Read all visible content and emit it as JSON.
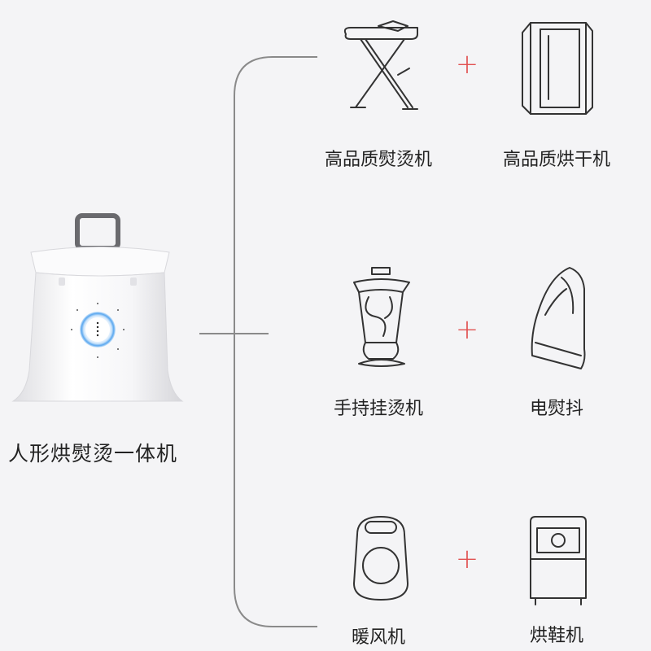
{
  "main_product": {
    "label": "人形烘熨烫一体机",
    "icon": "garment-steamer-dryer-device"
  },
  "combinations": [
    {
      "left": {
        "label": "高品质熨烫机",
        "icon": "ironing-board-icon"
      },
      "right": {
        "label": "高品质烘干机",
        "icon": "wardrobe-dryer-icon"
      },
      "plus": "+"
    },
    {
      "left": {
        "label": "手持挂烫机",
        "icon": "handheld-steamer-icon"
      },
      "right": {
        "label": "电熨抖",
        "icon": "electric-iron-icon"
      },
      "plus": "+"
    },
    {
      "left": {
        "label": "暖风机",
        "icon": "space-heater-icon"
      },
      "right": {
        "label": "烘鞋机",
        "icon": "shoe-dryer-icon"
      },
      "plus": "+"
    }
  ],
  "colors": {
    "background": "#f4f4f6",
    "plus": "#e15252",
    "bracket": "#8a8a8a",
    "device_ring": "#5aa7ef"
  }
}
